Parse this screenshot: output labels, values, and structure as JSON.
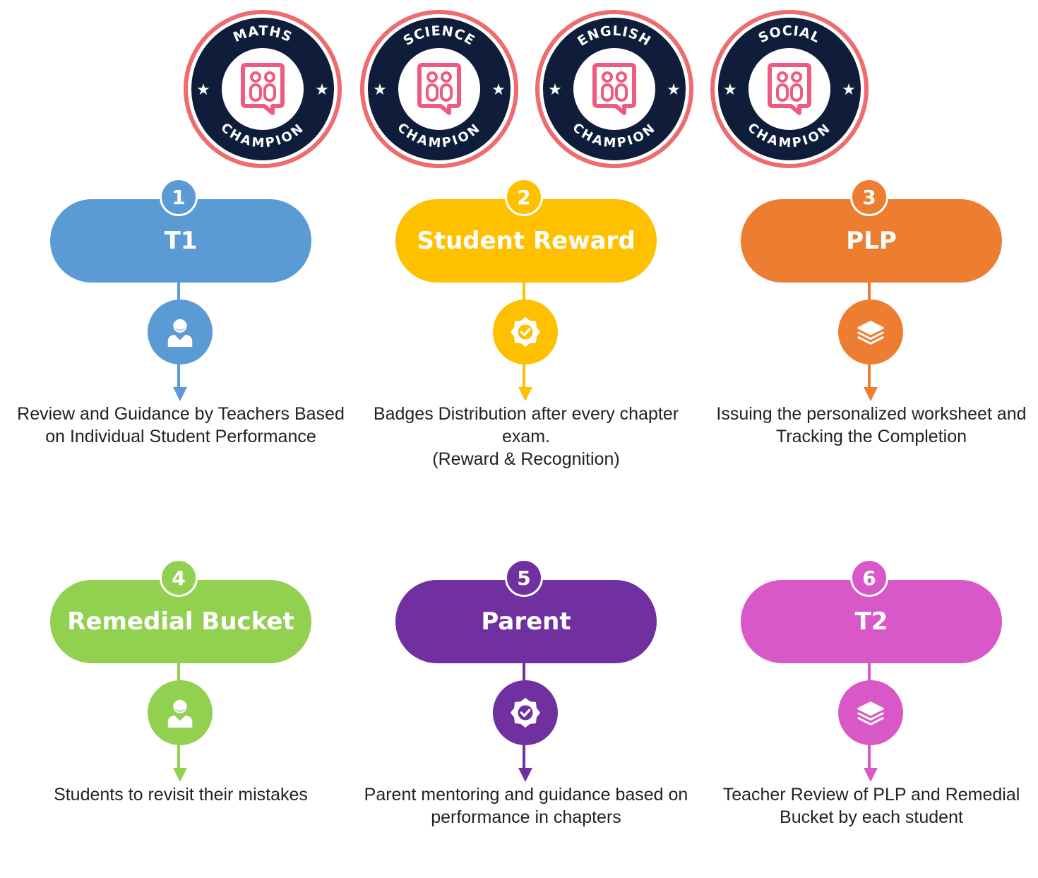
{
  "badges": [
    {
      "subject": "MATHS",
      "footer": "CHAMPION"
    },
    {
      "subject": "SCIENCE",
      "footer": "CHAMPION"
    },
    {
      "subject": "ENGLISH",
      "footer": "CHAMPION"
    },
    {
      "subject": "SOCIAL",
      "footer": "CHAMPION"
    }
  ],
  "badge_colors": {
    "ring": "#ee6b6e",
    "body": "#0f1d3a",
    "logo": "#ee5a80"
  },
  "steps": [
    {
      "number": "1",
      "title": "T1",
      "color": "#5b9bd5",
      "icon": "teacher-icon",
      "desc": [
        "Review and Guidance by Teachers Based",
        "on Individual Student Performance"
      ]
    },
    {
      "number": "2",
      "title": "Student Reward",
      "color": "#ffc000",
      "icon": "badge-check-icon",
      "desc": [
        "Badges Distribution after every chapter",
        "exam.",
        "(Reward & Recognition)"
      ]
    },
    {
      "number": "3",
      "title": "PLP",
      "color": "#ed7d31",
      "icon": "stack-icon",
      "desc": [
        "Issuing the personalized worksheet and",
        "Tracking the Completion"
      ]
    },
    {
      "number": "4",
      "title": "Remedial Bucket",
      "color": "#92d050",
      "icon": "teacher-icon",
      "desc": [
        "Students to revisit their mistakes"
      ]
    },
    {
      "number": "5",
      "title": "Parent",
      "color": "#7030a0",
      "icon": "badge-check-icon",
      "desc": [
        "Parent mentoring and guidance based on",
        "performance in chapters"
      ]
    },
    {
      "number": "6",
      "title": "T2",
      "color": "#d858c8",
      "icon": "stack-icon",
      "desc": [
        "Teacher Review of PLP and Remedial",
        "Bucket by each student"
      ]
    }
  ]
}
